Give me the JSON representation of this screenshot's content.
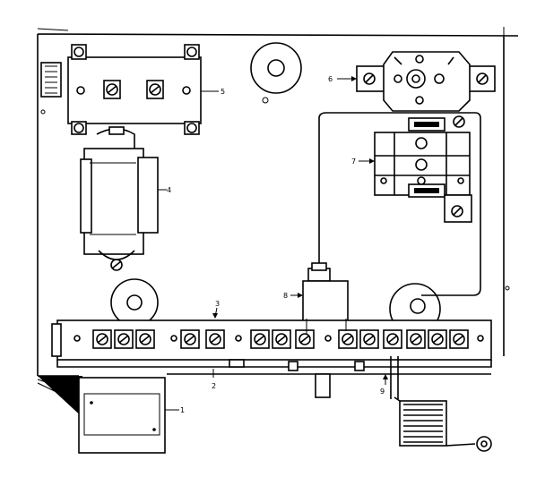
{
  "diagram": {
    "callouts": [
      {
        "id": "part-1",
        "label": "1"
      },
      {
        "id": "part-2",
        "label": "2"
      },
      {
        "id": "part-3",
        "label": "3"
      },
      {
        "id": "part-4",
        "label": "4"
      },
      {
        "id": "part-5",
        "label": "5"
      },
      {
        "id": "part-6",
        "label": "6"
      },
      {
        "id": "part-7",
        "label": "7"
      },
      {
        "id": "part-8",
        "label": "8"
      },
      {
        "id": "part-9",
        "label": "9"
      }
    ]
  }
}
